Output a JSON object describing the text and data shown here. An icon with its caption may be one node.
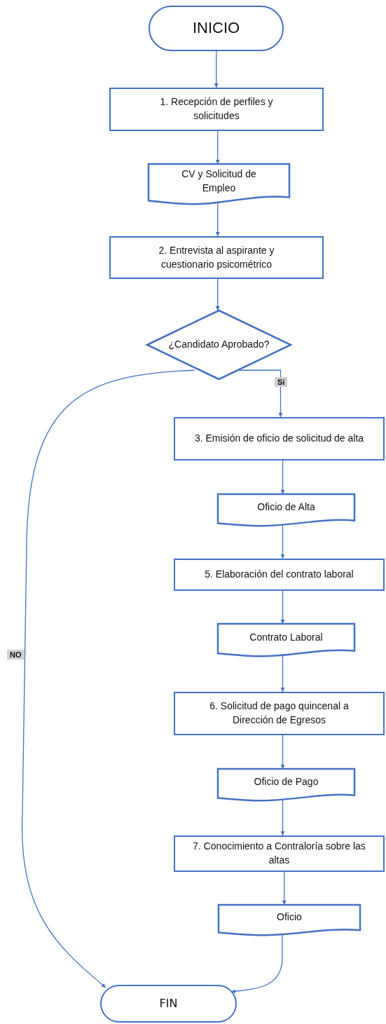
{
  "diagram": {
    "nodes": [
      {
        "text": [
          "INICIO"
        ]
      },
      {
        "text": [
          "1. Recepción de perfiles y solicitudes"
        ]
      },
      {
        "text": [
          "CV y Solicitud de Empleo"
        ]
      },
      {
        "text": [
          "2. Entrevista al aspirante y cuestionario psicométrico"
        ]
      },
      {
        "text": [
          "¿Candidato Aprobado?"
        ]
      },
      {
        "text": [
          "3. Emisión de oficio de solicitud de alta"
        ]
      },
      {
        "text": [
          "Oficio de Alta"
        ]
      },
      {
        "text": [
          "5. Elaboración del contrato laboral"
        ]
      },
      {
        "text": [
          "Contrato Laboral"
        ]
      },
      {
        "text": [
          "6. Solicitud de pago quincenal a Dirección de Egresos"
        ]
      },
      {
        "text": [
          "Oficio de Pago"
        ]
      },
      {
        "text": [
          "7. Conocimiento a Contraloría sobre las altas"
        ]
      },
      {
        "text": [
          "Oficio"
        ]
      },
      {
        "text": [
          "FIN"
        ]
      }
    ],
    "edges": [
      {
        "from": 0,
        "to": 1,
        "arrow": "to"
      },
      {
        "from": 1,
        "to": 2,
        "arrow": "to"
      },
      {
        "from": 2,
        "to": 3,
        "arrow": "to"
      },
      {
        "from": 3,
        "to": 4,
        "arrow": "to"
      },
      {
        "from": 4,
        "to": 5,
        "arrow": "to",
        "label": "Sí"
      },
      {
        "from": 5,
        "to": 6,
        "arrow": "to"
      },
      {
        "from": 6,
        "to": 7,
        "arrow": "to"
      },
      {
        "from": 7,
        "to": 8,
        "arrow": "to"
      },
      {
        "from": 8,
        "to": 9,
        "arrow": "to"
      },
      {
        "from": 9,
        "to": 10,
        "arrow": "to"
      },
      {
        "from": 10,
        "to": 11,
        "arrow": "to"
      },
      {
        "from": 11,
        "to": 12,
        "arrow": "to"
      },
      {
        "from": 12,
        "to": 13,
        "arrow": "to"
      },
      {
        "from": 4,
        "to": 13,
        "arrow": "to",
        "label": "NO"
      }
    ]
  }
}
